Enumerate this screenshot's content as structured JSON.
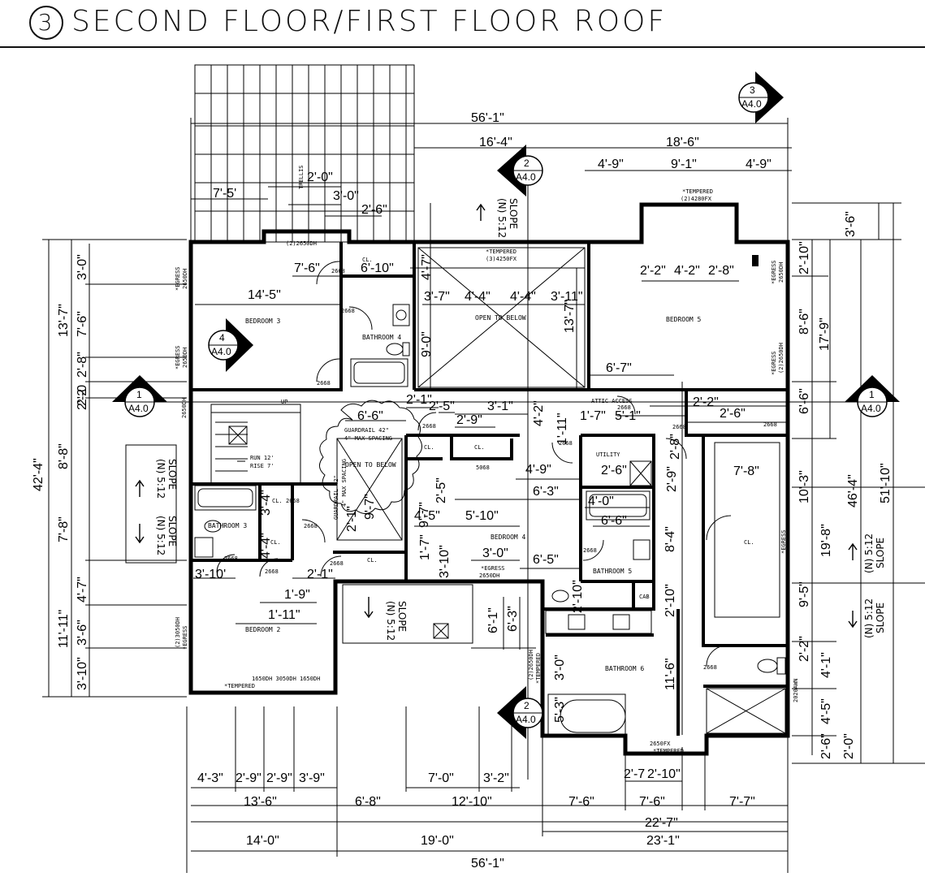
{
  "title": {
    "number": "3",
    "text": "SECOND FLOOR/FIRST FLOOR ROOF"
  },
  "rooms": [
    {
      "id": "bedroom3",
      "label": "BEDROOM 3"
    },
    {
      "id": "bathroom4",
      "label": "BATHROOM 4"
    },
    {
      "id": "open1",
      "label": "OPEN TO BELOW"
    },
    {
      "id": "bedroom5",
      "label": "BEDROOM 5"
    },
    {
      "id": "bedroom4",
      "label": "BEDROOM 4"
    },
    {
      "id": "bathroom3",
      "label": "BATHROOM 3"
    },
    {
      "id": "bedroom2",
      "label": "BEDROOM 2"
    },
    {
      "id": "bathroom5",
      "label": "BATHROOM 5"
    },
    {
      "id": "bathroom6",
      "label": "BATHROOM 6"
    },
    {
      "id": "open2",
      "label": "OPEN TO BELOW"
    },
    {
      "id": "utility",
      "label": "UTILITY"
    },
    {
      "id": "attic",
      "label": "ATTIC ACCESS"
    }
  ],
  "small_labels": [
    "CL.",
    "CL.",
    "CL.",
    "CL.",
    "CL.",
    "CL.",
    "CL.",
    "CAB",
    "TRELLIS",
    "UP",
    "RUN 12'",
    "RISE 7'",
    "GUARDRAIL 42\"",
    "4\" MAX SPACING",
    "GUARDRAIL 42\"",
    "4\" MAX SPACING",
    "5068",
    "2668",
    "2650DH"
  ],
  "window_notes": [
    "(2)2650DH",
    "*TEMPERED",
    "(3)4250FX",
    "*TEMPERED",
    "(2)4280FX",
    "*EGRESS",
    "2650DH",
    "*EGRESS",
    "2650DH",
    "*EGRESS",
    "2650DH",
    "*EGRESS",
    "(2)2650DH",
    "*EGRESS",
    "2650DH",
    "*EGRESS",
    "(2)3050DH",
    "*EGRESS",
    "1650DH 3050DH 1650DH",
    "*TEMPERED",
    "(2)2650DH",
    "*TEMPERED",
    "2650FX",
    "*TEMPERED",
    "2020AWN"
  ],
  "door_tags": [
    "2668",
    "2668",
    "2668",
    "2668",
    "2668",
    "2668",
    "2668",
    "2668",
    "2668",
    "2668",
    "2668",
    "2668",
    "2668",
    "2668"
  ],
  "slopes": [
    {
      "line1": "SLOPE",
      "line2": "(N) 5:12"
    },
    {
      "line1": "SLOPE",
      "line2": "(N) 5:12"
    },
    {
      "line1": "SLOPE",
      "line2": "(N) 5:12"
    },
    {
      "line1": "SLOPE",
      "line2": "(N) 5:12"
    },
    {
      "line1": "SLOPE",
      "line2": "(N) 5:12"
    },
    {
      "line1": "SLOPE",
      "line2": "(N) 5:12"
    }
  ],
  "section_markers": [
    {
      "num": "3",
      "sheet": "A4.0"
    },
    {
      "num": "2",
      "sheet": "A4.0"
    },
    {
      "num": "4",
      "sheet": "A4.0"
    },
    {
      "num": "1",
      "sheet": "A4.0"
    },
    {
      "num": "1",
      "sheet": "A4.0"
    },
    {
      "num": "2",
      "sheet": "A4.0"
    }
  ],
  "dims_top": [
    "56'-1\"",
    "16'-4\"",
    "18'-6\"",
    "4'-9\"",
    "9'-1\"",
    "4'-9\"",
    "7'-5'",
    "2'-0\"",
    "3'-0\"",
    "2'-6\""
  ],
  "dims_bottom": [
    "4'-3\"",
    "2'-9\"",
    "2'-9\"",
    "3'-9\"",
    "7'-0\"",
    "3'-2\"",
    "2'-7",
    "2'-10\"",
    "13'-6\"",
    "6'-8\"",
    "12'-10\"",
    "7'-6\"",
    "7'-6\"",
    "7'-7\"",
    "22'-7\"",
    "14'-0\"",
    "19'-0\"",
    "23'-1\"",
    "56'-1\""
  ],
  "dims_left": [
    "42'-4\"",
    "13'-7\"",
    "3'-0\"",
    "7'-6\"",
    "2'-8\"",
    "2'-0",
    "2'-2",
    "8'-8\"",
    "7'-8\"",
    "11'-11\"",
    "4'-7\"",
    "3'-6\"",
    "3'-10\""
  ],
  "dims_right": [
    "3'-6\"",
    "2'-10\"",
    "8'-6\"",
    "17'-9\"",
    "6'-6\"",
    "10'-3\"",
    "46'-4\"",
    "51'-10\"",
    "19'-8\"",
    "9'-5\"",
    "2'-2\"",
    "4'-1\"",
    "4'-5\"",
    "2'-6\"",
    "2'-0\""
  ],
  "dims_interior": [
    "7'-6\"",
    "6'-10\"",
    "14'-5\"",
    "4'-7\"",
    "3'-7\"",
    "4'-4\"",
    "4'-4\"",
    "3'-11\"",
    "13'-7\"",
    "9'-0\"",
    "2'-2\"",
    "4'-2\"",
    "2'-8\"",
    "6'-7\"",
    "6'-6\"",
    "2'-1\"",
    "2'-5\"",
    "3'-1\"",
    "2'-9\"",
    "4'-2\"",
    "1'-11\"",
    "1'-7\"",
    "5'-1\"",
    "2'-2\"",
    "2'-6\"",
    "2'-8\"",
    "7'-8\"",
    "2'-6\"",
    "4'-9\"",
    "2'-5\"",
    "9'-7\"",
    "9'-7\"",
    "6'-3\"",
    "2'-9\"",
    "4'-0\"",
    "6'-6\"",
    "3'-4\"",
    "2'-1\"",
    "4'-5\"",
    "5'-10\"",
    "1'-7\"",
    "3'-0\"",
    "6'-5\"",
    "3'-10\"",
    "8'-4\"",
    "4'-4\"",
    "2'-10\"",
    "2'-1\"",
    "1'-9\"",
    "1'-11\"",
    "3'-10'",
    "6'-1\"",
    "6'-3\"",
    "2'-10\"",
    "3'-0\"",
    "11'-6\"",
    "5'-3\""
  ]
}
